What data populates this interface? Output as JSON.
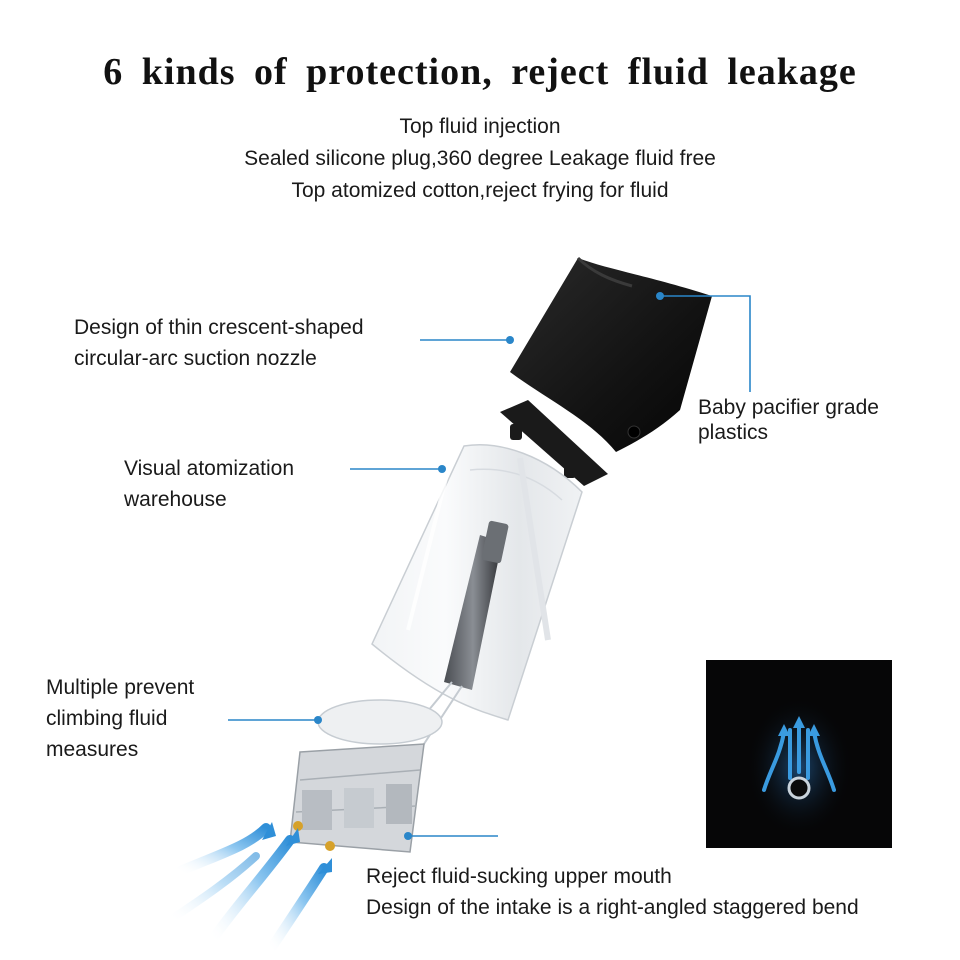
{
  "title": "6 kinds of protection, reject fluid leakage",
  "intro_lines": [
    "Top fluid injection",
    "Sealed silicone plug,360 degree Leakage fluid free",
    "Top atomized cotton,reject frying for fluid"
  ],
  "callouts": {
    "suction_nozzle": [
      "Design of thin crescent-shaped",
      "circular-arc suction nozzle"
    ],
    "baby_pacifier": [
      "Baby pacifier grade",
      "plastics"
    ],
    "atomization_warehouse": [
      "Visual atomization",
      "warehouse"
    ],
    "climbing_fluid": [
      "Multiple prevent",
      "climbing fluid",
      "measures"
    ],
    "intake": [
      "Reject fluid-sucking upper mouth",
      "Design of the intake is a right-angled staggered bend"
    ]
  },
  "colors": {
    "callout_line": "#2a86c9",
    "airflow_blue": "#3a9be0",
    "mouthpiece": "#151515",
    "inset_background": "#060607"
  }
}
